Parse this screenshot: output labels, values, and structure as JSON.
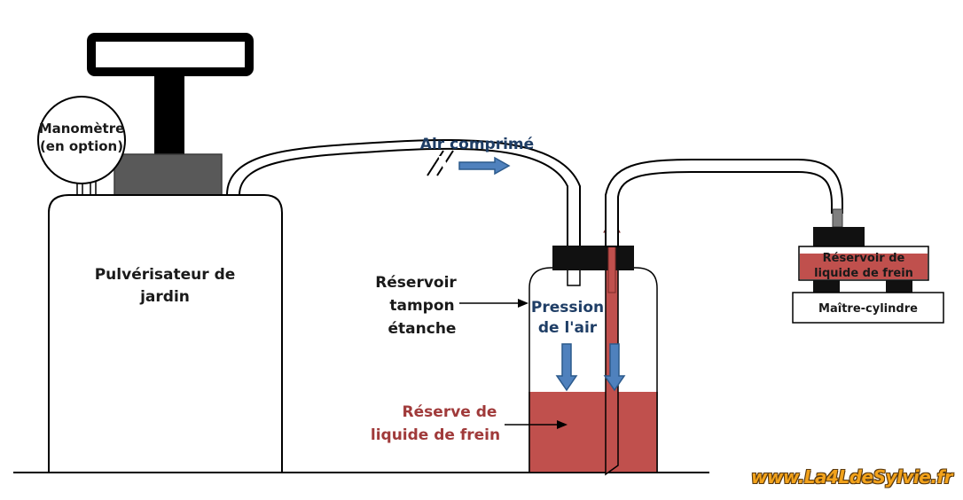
{
  "labels": {
    "manometer_line1": "Manomètre",
    "manometer_line2": "(en option)",
    "sprayer_line1": "Pulvérisateur de",
    "sprayer_line2": "jardin",
    "compressed_air": "Air comprimé",
    "buffer_tank_line1": "Réservoir",
    "buffer_tank_line2": "tampon",
    "buffer_tank_line3": "étanche",
    "air_pressure_line1": "Pression",
    "air_pressure_line2": "de l'air",
    "reserve_line1": "Réserve de",
    "reserve_line2": "liquide de frein",
    "mc_reservoir_line1": "Réservoir de",
    "mc_reservoir_line2": "liquide de frein",
    "master_cylinder": "Maître-cylindre"
  },
  "watermark": "www.La4LdeSylvie.fr",
  "colors": {
    "fluid": "#c0504d",
    "arrow_blue": "#4f81bd",
    "arrow_blue_edge": "#2c5a8c",
    "cap": "#111111",
    "pump_block": "#595959",
    "connector": "#7f7f7f"
  }
}
